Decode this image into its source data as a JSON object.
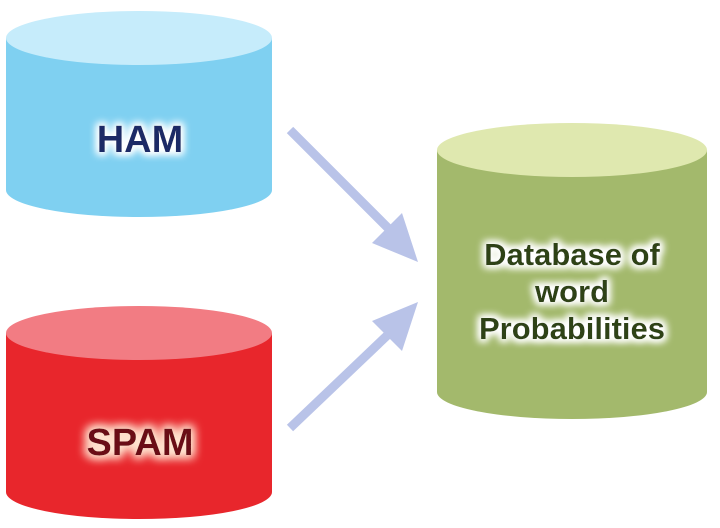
{
  "diagram": {
    "nodes": [
      {
        "id": "ham",
        "label": "HAM",
        "shape": "cylinder",
        "body_color": "#7fd0f1",
        "top_color": "#c6ecfb",
        "text_color": "#1e2a66",
        "glow_color": "#ffffff"
      },
      {
        "id": "spam",
        "label": "SPAM",
        "shape": "cylinder",
        "body_color": "#e8262c",
        "top_color": "#f27c83",
        "text_color": "#6b1014",
        "glow_color": "#ffe3cf"
      },
      {
        "id": "db",
        "label_lines": [
          "Database of",
          "word",
          "Probabilities"
        ],
        "shape": "cylinder",
        "body_color": "#a3b96c",
        "top_color": "#dfe8af",
        "text_color": "#2e4317",
        "glow_color": "#ffffff"
      }
    ],
    "edges": [
      {
        "from": "ham",
        "to": "db",
        "arrow_color": "#b9c3e8"
      },
      {
        "from": "spam",
        "to": "db",
        "arrow_color": "#b9c3e8"
      }
    ]
  }
}
